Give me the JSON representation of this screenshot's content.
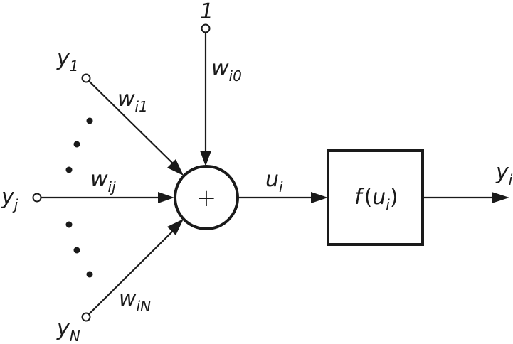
{
  "diagram": {
    "title": "Artificial neuron model",
    "inputs": [
      {
        "id": "bias",
        "label": "1",
        "weight_base": "w",
        "weight_sub": "i0"
      },
      {
        "id": "y1",
        "label_base": "y",
        "label_sub": "1",
        "weight_base": "w",
        "weight_sub": "i1"
      },
      {
        "id": "yj",
        "label_base": "y",
        "label_sub": "j",
        "weight_base": "w",
        "weight_sub": "ij"
      },
      {
        "id": "yN",
        "label_base": "y",
        "label_sub": "N",
        "weight_base": "w",
        "weight_sub": "iN"
      }
    ],
    "summation": {
      "symbol": "+"
    },
    "net_input": {
      "base": "u",
      "sub": "i"
    },
    "activation": {
      "func": "f",
      "open": "(",
      "arg_base": "u",
      "arg_sub": "i",
      "close": ")"
    },
    "output": {
      "base": "y",
      "sub": "i"
    },
    "ellipsis_dots": 6,
    "colors": {
      "stroke": "#1a1a1a",
      "background": "#ffffff"
    }
  }
}
